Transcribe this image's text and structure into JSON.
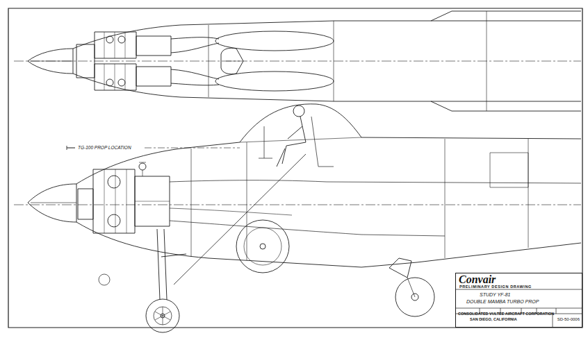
{
  "diagram": {
    "nodes": [
      {
        "text": [
          "Convair",
          "PRELIMINARY DESIGN DRAWING",
          "STUDY YF-81",
          "DOUBLE MAMBA TURBO PROP",
          "CONSOLIDATED VULTEE AIRCRAFT CORPORATION",
          "SAN DIEGO, CALIFORNIA",
          "SD-50-0006"
        ]
      }
    ],
    "labels": [
      "TG-100 PROP LOCATION"
    ]
  }
}
